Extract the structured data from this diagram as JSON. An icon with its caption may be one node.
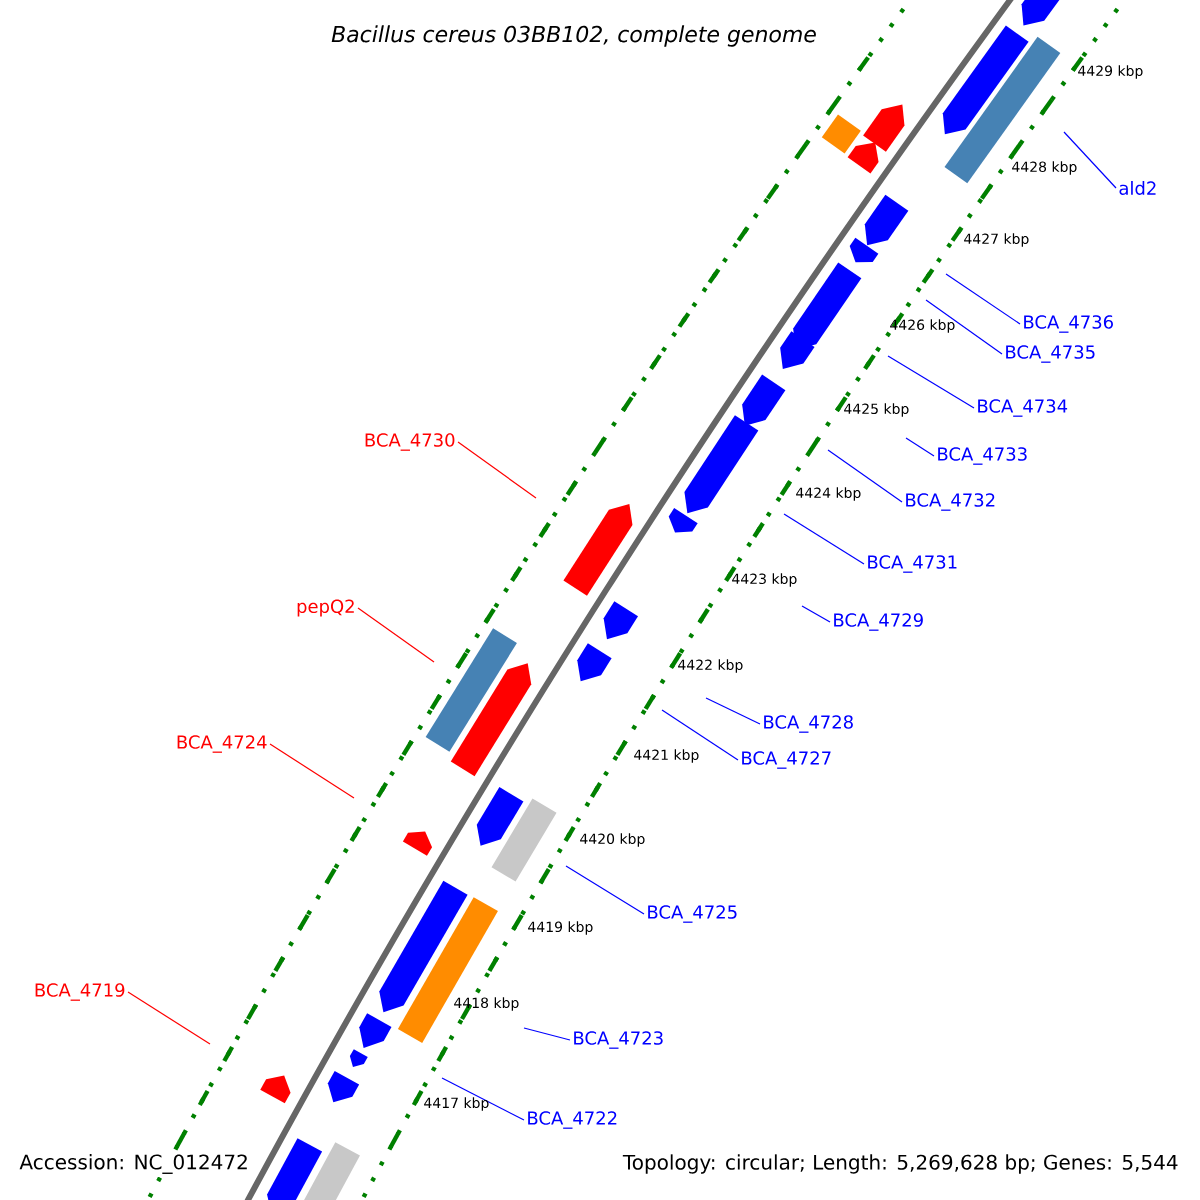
{
  "diagram": {
    "title": "*Bacillus cereus* 03BB102, complete genome",
    "nodes": [
      {
        "text": [
          "ald2"
        ]
      },
      {
        "text": [
          "BCA_4736"
        ]
      },
      {
        "text": [
          "BCA_4735"
        ]
      },
      {
        "text": [
          "BCA_4734"
        ]
      },
      {
        "text": [
          "BCA_4730"
        ]
      },
      {
        "text": [
          "BCA_4733"
        ]
      },
      {
        "text": [
          "BCA_4732"
        ]
      },
      {
        "text": [
          "BCA_4731"
        ]
      },
      {
        "text": [
          "pepQ2"
        ]
      },
      {
        "text": [
          "BCA_4729"
        ]
      },
      {
        "text": [
          "BCA_4728"
        ]
      },
      {
        "text": [
          "BCA_4724"
        ]
      },
      {
        "text": [
          "BCA_4727"
        ]
      },
      {
        "text": [
          "BCA_4725"
        ]
      },
      {
        "text": [
          "BCA_4719"
        ]
      },
      {
        "text": [
          "BCA_4723"
        ]
      },
      {
        "text": [
          "BCA_4722"
        ]
      }
    ],
    "edges": [
      {
        "from": 0,
        "to": null,
        "arrow": "none"
      },
      {
        "from": 1,
        "to": null,
        "arrow": "none"
      },
      {
        "from": 2,
        "to": null,
        "arrow": "none"
      },
      {
        "from": 3,
        "to": null,
        "arrow": "none"
      },
      {
        "from": 4,
        "to": null,
        "arrow": "none",
        "color": "#ff0000"
      },
      {
        "from": 5,
        "to": null,
        "arrow": "none"
      },
      {
        "from": 6,
        "to": null,
        "arrow": "none"
      },
      {
        "from": 7,
        "to": null,
        "arrow": "none"
      },
      {
        "from": 8,
        "to": null,
        "arrow": "none",
        "color": "#ff0000"
      },
      {
        "from": 9,
        "to": null,
        "arrow": "none"
      },
      {
        "from": 10,
        "to": null,
        "arrow": "none"
      },
      {
        "from": 11,
        "to": null,
        "arrow": "none",
        "color": "#ff0000"
      },
      {
        "from": 12,
        "to": null,
        "arrow": "none"
      },
      {
        "from": 13,
        "to": null,
        "arrow": "none"
      },
      {
        "from": 14,
        "to": null,
        "arrow": "none",
        "color": "#ff0000"
      },
      {
        "from": 15,
        "to": null,
        "arrow": "none"
      },
      {
        "from": 16,
        "to": null,
        "arrow": "none"
      }
    ],
    "labels": [
      "4429 kbp",
      "4428 kbp",
      "4427 kbp",
      "4426 kbp",
      "4425 kbp",
      "4424 kbp",
      "4423 kbp",
      "4422 kbp",
      "4421 kbp",
      "4420 kbp",
      "4419 kbp",
      "4418 kbp",
      "4417 kbp",
      "Accession: NC_012472",
      "Topology: circular; Length: 5,269,628 bp; Genes: 5,544"
    ]
  }
}
